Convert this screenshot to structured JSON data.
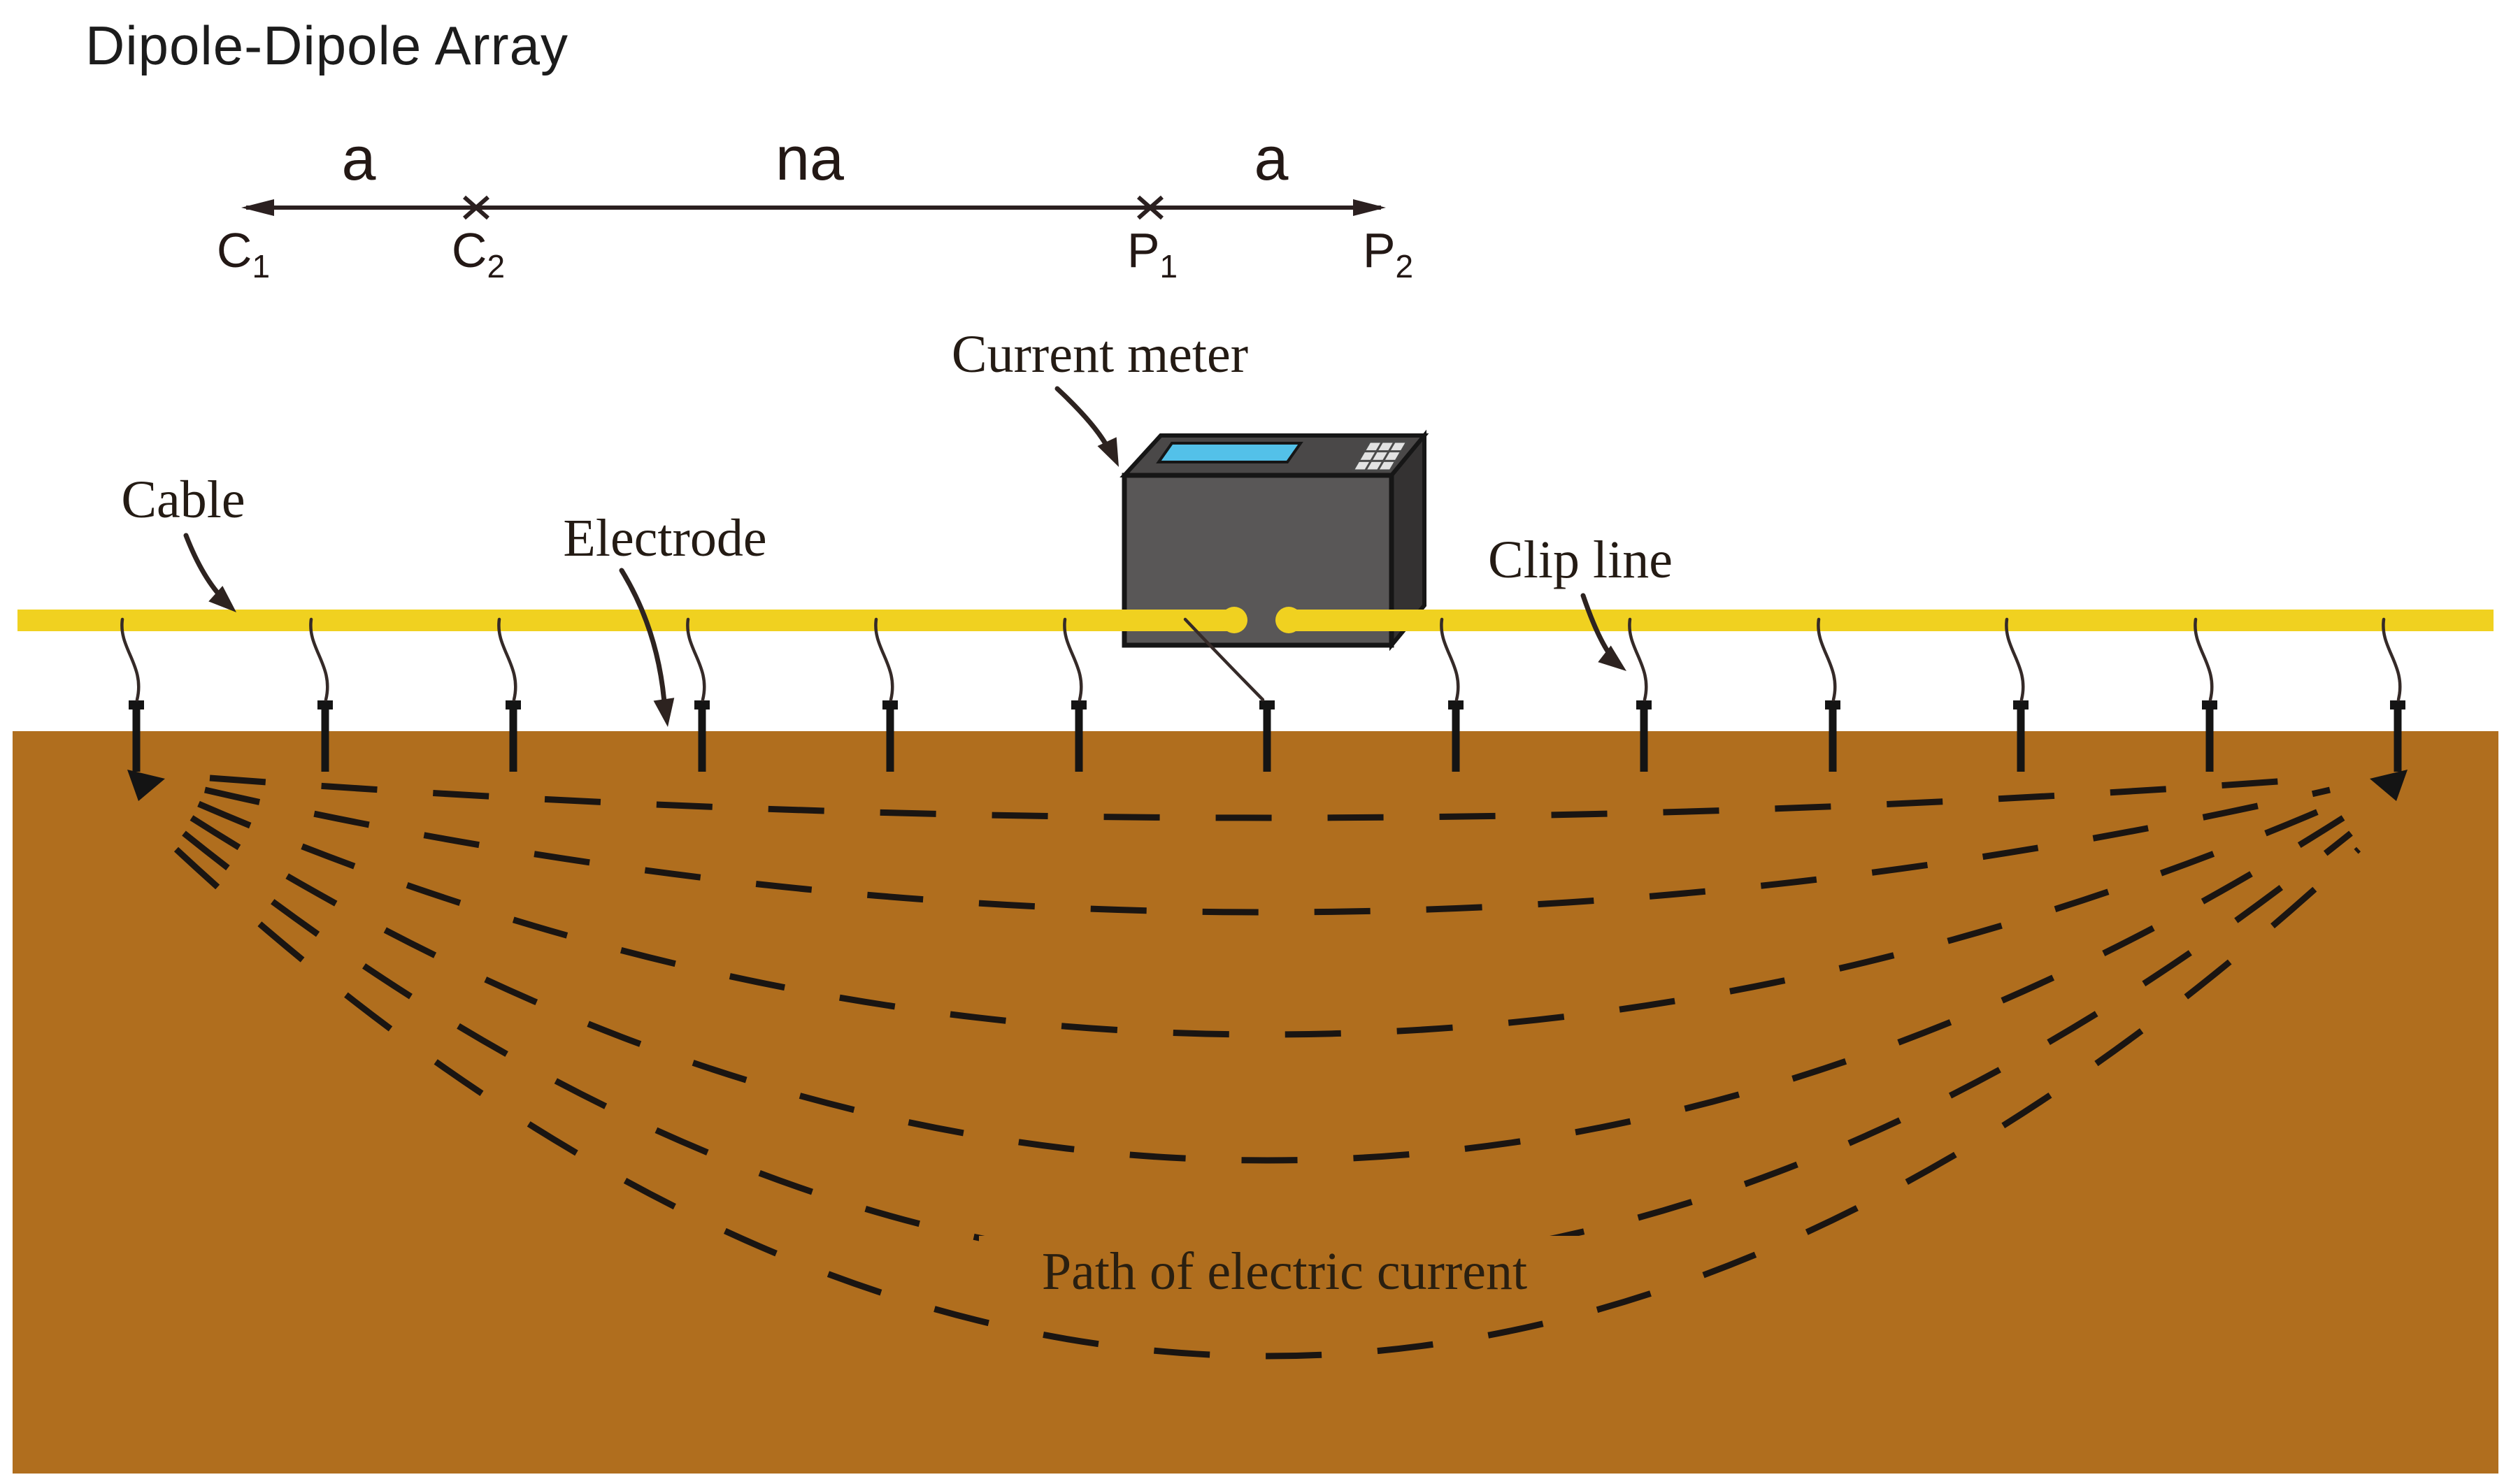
{
  "title": "Dipole-Dipole Array",
  "array_diagram": {
    "segments": [
      {
        "label": "a"
      },
      {
        "label": "na"
      },
      {
        "label": "a"
      }
    ],
    "terminals": [
      {
        "base": "C",
        "sub": "1"
      },
      {
        "base": "C",
        "sub": "2"
      },
      {
        "base": "P",
        "sub": "1"
      },
      {
        "base": "P",
        "sub": "2"
      }
    ]
  },
  "labels": {
    "current_meter": "Current meter",
    "cable": "Cable",
    "electrode": "Electrode",
    "clip_line": "Clip line",
    "current_path": "Path of electric current"
  },
  "scene": {
    "electrode_count": 13,
    "current_path_count": 6,
    "keypad_rows": 3,
    "keypad_cols": 3
  },
  "colors": {
    "background": "#ffffff",
    "ground": "#b06e1e",
    "cable": "#f0d120",
    "ink": "#231815",
    "diagram_line": "#2b2020",
    "box_front": "#595757",
    "box_top": "#4a4848",
    "box_side": "#343232",
    "screen": "#53c1e9",
    "key_fill": "#e2e2e2",
    "key_line": "#4a4a4a",
    "path_dash": "#1a1512"
  }
}
